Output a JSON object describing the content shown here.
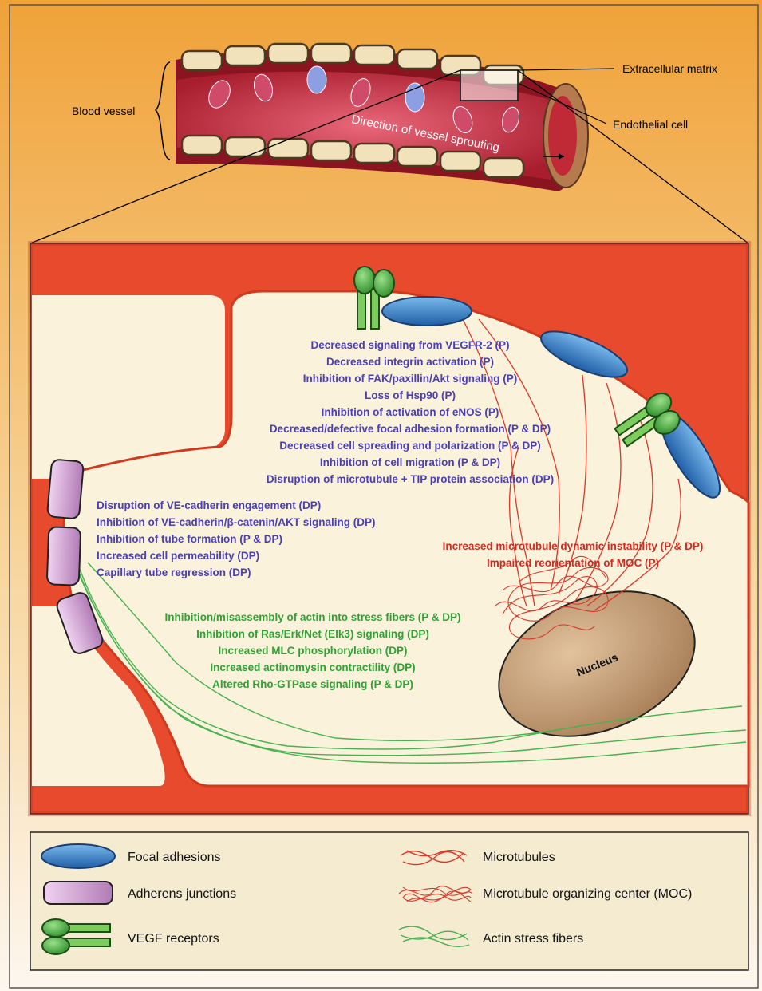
{
  "labels": {
    "blood_vessel": "Blood vessel",
    "extracellular_matrix": "Extracellular matrix",
    "endothelial_cell": "Endothelial cell",
    "direction": "Direction of vessel sprouting",
    "nucleus": "Nucleus"
  },
  "effects": {
    "blue_top": [
      "Decreased signaling from VEGFR-2 (P)",
      "Decreased integrin activation (P)",
      "Inhibition of FAK/paxillin/Akt signaling (P)",
      "Loss of Hsp90 (P)",
      "Inhibition of activation of eNOS (P)",
      "Decreased/defective focal adhesion formation (P & DP)",
      "Decreased cell spreading and polarization (P & DP)",
      "Inhibition of cell migration (P & DP)",
      "Disruption of microtubule + TIP protein association (DP)"
    ],
    "blue_left": [
      "Disruption of VE-cadherin engagement (DP)",
      "Inhibition of VE-cadherin/β-catenin/AKT signaling (DP)",
      "Inhibition of tube formation (P & DP)",
      "Increased cell permeability (DP)",
      "Capillary tube regression (DP)"
    ],
    "red": [
      "Increased microtubule dynamic instability (P & DP)",
      "Impaired reorientation of MOC (P)"
    ],
    "green": [
      "Inhibition/misassembly of actin into stress fibers (P & DP)",
      "Inhibition of Ras/Erk/Net (Elk3) signaling (DP)",
      "Increased MLC phosphorylation (DP)",
      "Increased actinomysin contractility (DP)",
      "Altered Rho-GTPase signaling (P & DP)"
    ]
  },
  "legend": {
    "focal_adhesions": "Focal adhesions",
    "adherens_junctions": "Adherens junctions",
    "vegf_receptors": "VEGF receptors",
    "microtubules": "Microtubules",
    "moc": "Microtubule organizing center (MOC)",
    "actin": "Actin stress fibers"
  },
  "colors": {
    "background_top": "#f3a83d",
    "background_bottom": "#fdf6ea",
    "extracellular_red": "#e84a2e",
    "cytoplasm": "#fbf2dc",
    "focal_adhesion_blue": "#3f8fd6",
    "adherens_pink": "#d8a6d9",
    "vegf_green": "#4fb544",
    "microtubule_red": "#d9382b",
    "actin_green": "#47b24f",
    "nucleus_tan": "#c9a27a",
    "effect_blue": "#4a3fb5",
    "effect_red": "#d42a1e",
    "effect_green": "#2fa234"
  }
}
